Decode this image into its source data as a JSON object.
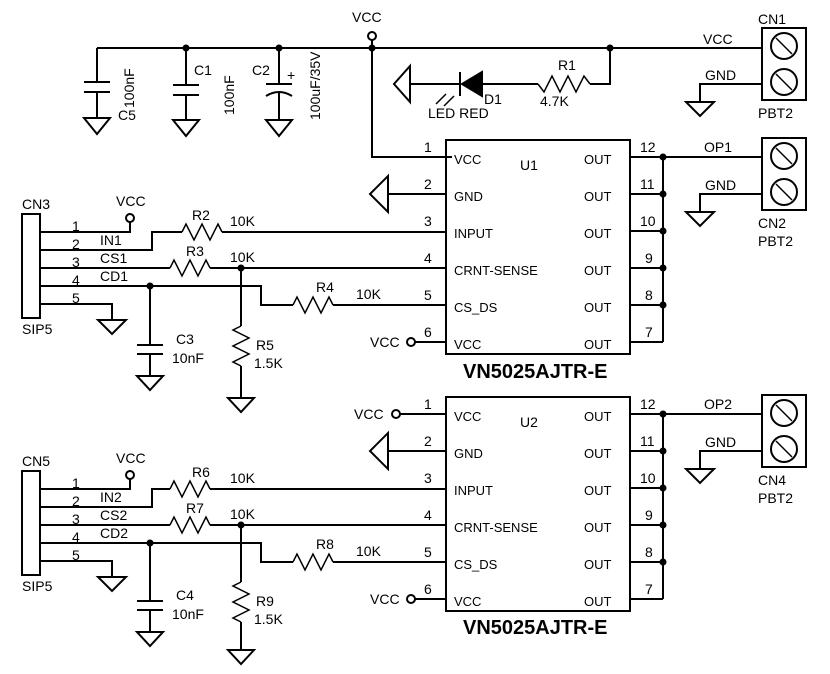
{
  "vcc": "VCC",
  "gnd": "GND",
  "power_section": {
    "c5": {
      "ref": "C5",
      "value": "100nF"
    },
    "c1": {
      "ref": "C1",
      "value": "100nF"
    },
    "c2": {
      "ref": "C2",
      "value": "100uF/35V",
      "plus": "+"
    },
    "r1": {
      "ref": "R1",
      "value": "4.7K"
    },
    "d1": {
      "ref": "D1",
      "value": "LED RED"
    },
    "cn1": {
      "ref": "CN1",
      "type": "PBT2"
    }
  },
  "channels": [
    {
      "ic": {
        "ref": "U1",
        "part": "VN5025AJTR-E"
      },
      "input_connector": {
        "ref": "CN3",
        "type": "SIP5"
      },
      "output_connector": {
        "ref": "CN2",
        "type": "PBT2"
      },
      "output_net": "OP1",
      "nets": {
        "in": "IN1",
        "cs": "CS1",
        "cd": "CD1"
      },
      "r_input": {
        "ref": "R2",
        "value": "10K"
      },
      "r_sense": {
        "ref": "R3",
        "value": "10K"
      },
      "r_csds": {
        "ref": "R4",
        "value": "10K"
      },
      "r_pulldown": {
        "ref": "R5",
        "value": "1.5K"
      },
      "cap": {
        "ref": "C3",
        "value": "10nF"
      }
    },
    {
      "ic": {
        "ref": "U2",
        "part": "VN5025AJTR-E"
      },
      "input_connector": {
        "ref": "CN5",
        "type": "SIP5"
      },
      "output_connector": {
        "ref": "CN4",
        "type": "PBT2"
      },
      "output_net": "OP2",
      "nets": {
        "in": "IN2",
        "cs": "CS2",
        "cd": "CD2"
      },
      "r_input": {
        "ref": "R6",
        "value": "10K"
      },
      "r_sense": {
        "ref": "R7",
        "value": "10K"
      },
      "r_csds": {
        "ref": "R8",
        "value": "10K"
      },
      "r_pulldown": {
        "ref": "R9",
        "value": "1.5K"
      },
      "cap": {
        "ref": "C4",
        "value": "10nF"
      }
    }
  ],
  "ic_pins": {
    "left": [
      {
        "num": "1",
        "name": "VCC"
      },
      {
        "num": "2",
        "name": "GND"
      },
      {
        "num": "3",
        "name": "INPUT"
      },
      {
        "num": "4",
        "name": "CRNT-SENSE"
      },
      {
        "num": "5",
        "name": "CS_DS"
      },
      {
        "num": "6",
        "name": "VCC"
      }
    ],
    "right": [
      {
        "num": "12",
        "name": "OUT"
      },
      {
        "num": "11",
        "name": "OUT"
      },
      {
        "num": "10",
        "name": "OUT"
      },
      {
        "num": "9",
        "name": "OUT"
      },
      {
        "num": "8",
        "name": "OUT"
      },
      {
        "num": "7",
        "name": "OUT"
      }
    ]
  },
  "sip_pins": [
    "1",
    "2",
    "3",
    "4",
    "5"
  ]
}
